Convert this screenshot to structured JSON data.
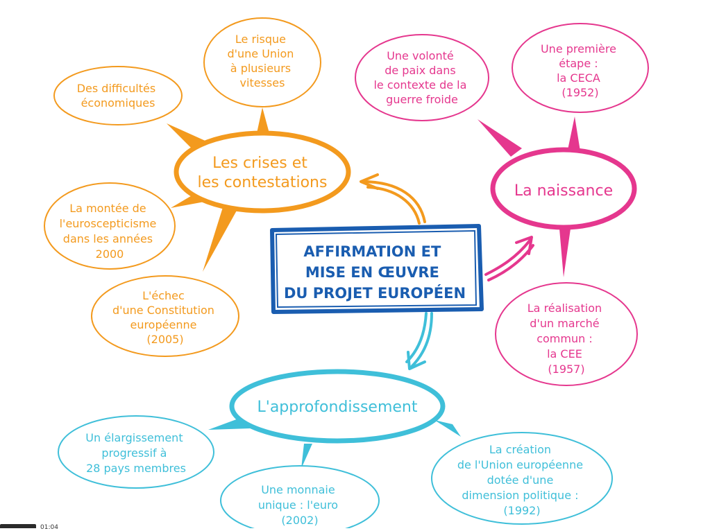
{
  "colors": {
    "orange": "#f39a1e",
    "pink": "#e5378e",
    "cyan": "#3fbfd9",
    "blue": "#1a5db0",
    "background": "#ffffff"
  },
  "center": {
    "lines": [
      "AFFIRMATION ET",
      "MISE EN ŒUVRE",
      "DU PROJET EUROPÉEN"
    ]
  },
  "branches": {
    "crises": {
      "title_lines": [
        "Les crises et",
        "les contestations"
      ],
      "leaves": {
        "difficultes": [
          "Des difficultés",
          "économiques"
        ],
        "risque": [
          "Le risque",
          "d'une Union",
          "à plusieurs",
          "vitesses"
        ],
        "euroscepticisme": [
          "La montée de",
          "l'euroscepticisme",
          "dans les années",
          "2000"
        ],
        "constitution": [
          "L'échec",
          "d'une Constitution",
          "européenne",
          "(2005)"
        ]
      }
    },
    "naissance": {
      "title_lines": [
        "La naissance"
      ],
      "leaves": {
        "paix": [
          "Une volonté",
          "de paix dans",
          "le contexte de la",
          "guerre froide"
        ],
        "ceca": [
          "Une première",
          "étape :",
          "la CECA",
          "(1952)"
        ],
        "cee": [
          "La réalisation",
          "d'un marché",
          "commun :",
          "la CEE",
          "(1957)"
        ]
      }
    },
    "approfondissement": {
      "title_lines": [
        "L'approfondissement"
      ],
      "leaves": {
        "elargissement": [
          "Un élargissement",
          "progressif à",
          "28 pays membres"
        ],
        "euro": [
          "Une monnaie",
          "unique : l'euro",
          "(2002)"
        ],
        "ue": [
          "La création",
          "de l'Union européenne",
          "dotée d'une",
          "dimension politique :",
          "(1992)"
        ]
      }
    }
  },
  "player": {
    "time": "01:04"
  }
}
